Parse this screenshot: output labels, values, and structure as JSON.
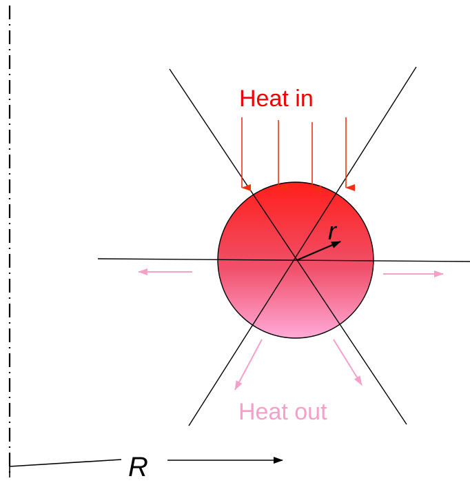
{
  "labels": {
    "heat_in": "Heat in",
    "heat_out": "Heat out",
    "small_r": "r",
    "big_R": "R"
  },
  "colors": {
    "heat_in": "#f00000",
    "heat_in_arrow": "#f03010",
    "heat_out": "#f5a0c8",
    "sphere_top": "#ff1a1a",
    "sphere_bottom": "#ffa6d6",
    "line": "#000000"
  }
}
